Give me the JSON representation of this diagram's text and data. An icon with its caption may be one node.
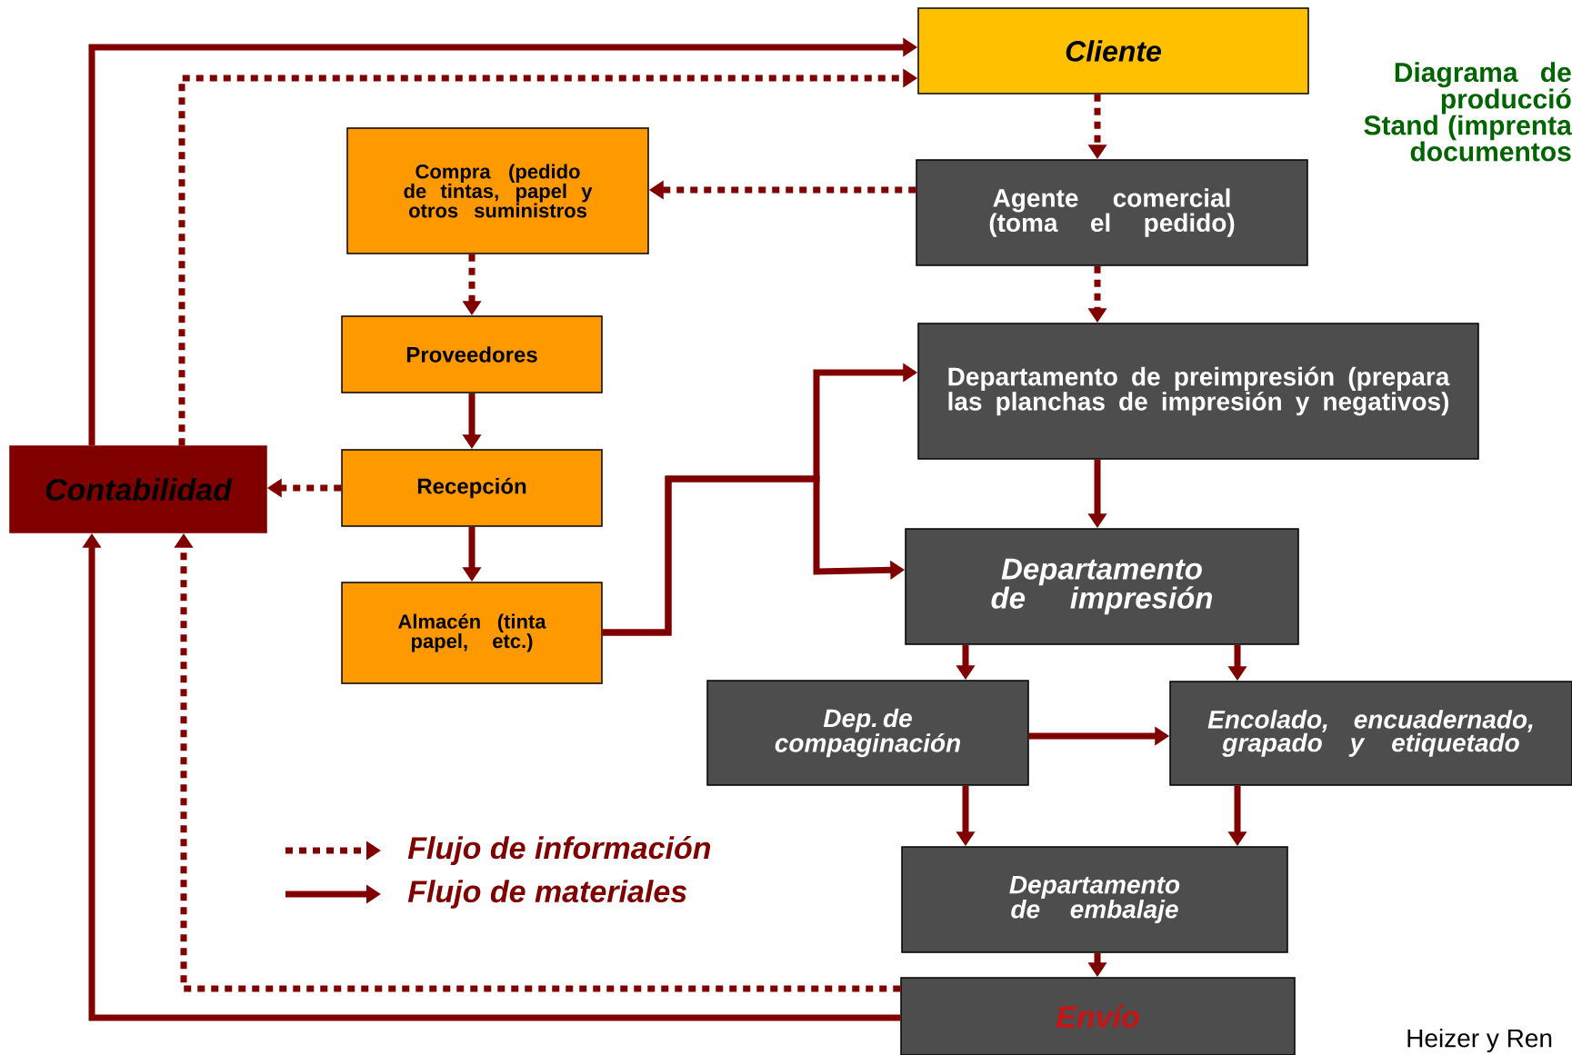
{
  "diagram": {
    "title": "Diagrama de producció Stand (imprenta documentos",
    "nodes": [
      {
        "text": [
          "Cliente"
        ]
      },
      {
        "text": [
          "Compra (pedido de tintas, papel y otros suministros"
        ]
      },
      {
        "text": [
          "Agente comercial (toma el pedido)"
        ]
      },
      {
        "text": [
          "Proveedores"
        ]
      },
      {
        "text": [
          "Departamento de preimpresión (prepara las planchas de impresión y negativos)"
        ]
      },
      {
        "text": [
          "Contabilidad"
        ]
      },
      {
        "text": [
          "Recepción"
        ]
      },
      {
        "text": [
          "Almacén (tinta papel, etc.)"
        ]
      },
      {
        "text": [
          "Departamento de impresión"
        ]
      },
      {
        "text": [
          "Dep. de compaginación"
        ]
      },
      {
        "text": [
          "Encolado, encuadernado, grapado y etiquetado"
        ]
      },
      {
        "text": [
          "Departamento de embalaje"
        ]
      },
      {
        "text": [
          "Envío"
        ]
      }
    ],
    "edges": [
      {
        "from": 5,
        "to": 0,
        "arrow": "to"
      },
      {
        "from": 5,
        "to": 0,
        "arrow": "to",
        "style": "dashed"
      },
      {
        "from": 0,
        "to": 2,
        "arrow": "to",
        "style": "dashed"
      },
      {
        "from": 2,
        "to": 1,
        "arrow": "to",
        "style": "dashed"
      },
      {
        "from": 2,
        "to": 4,
        "arrow": "to",
        "style": "dashed"
      },
      {
        "from": 1,
        "to": 3,
        "arrow": "to",
        "style": "dashed"
      },
      {
        "from": 3,
        "to": 6,
        "arrow": "to"
      },
      {
        "from": 6,
        "to": 5,
        "arrow": "to",
        "style": "dashed"
      },
      {
        "from": 6,
        "to": 7,
        "arrow": "to"
      },
      {
        "from": 7,
        "to": 4,
        "arrow": "to"
      },
      {
        "from": 7,
        "to": 8,
        "arrow": "to"
      },
      {
        "from": 4,
        "to": 8,
        "arrow": "to"
      },
      {
        "from": 8,
        "to": 9,
        "arrow": "to"
      },
      {
        "from": 8,
        "to": 10,
        "arrow": "to"
      },
      {
        "from": 9,
        "to": 10,
        "arrow": "to"
      },
      {
        "from": 9,
        "to": 11,
        "arrow": "to"
      },
      {
        "from": 10,
        "to": 11,
        "arrow": "to"
      },
      {
        "from": 11,
        "to": 12,
        "arrow": "to"
      },
      {
        "from": 12,
        "to": 5,
        "arrow": "to"
      },
      {
        "from": 12,
        "to": 5,
        "arrow": "to",
        "style": "dashed"
      }
    ],
    "labels": [
      "Heizer y Ren"
    ],
    "legend": [
      {
        "text": "Flujo de información"
      },
      {
        "text": "Flujo de materiales"
      }
    ]
  }
}
